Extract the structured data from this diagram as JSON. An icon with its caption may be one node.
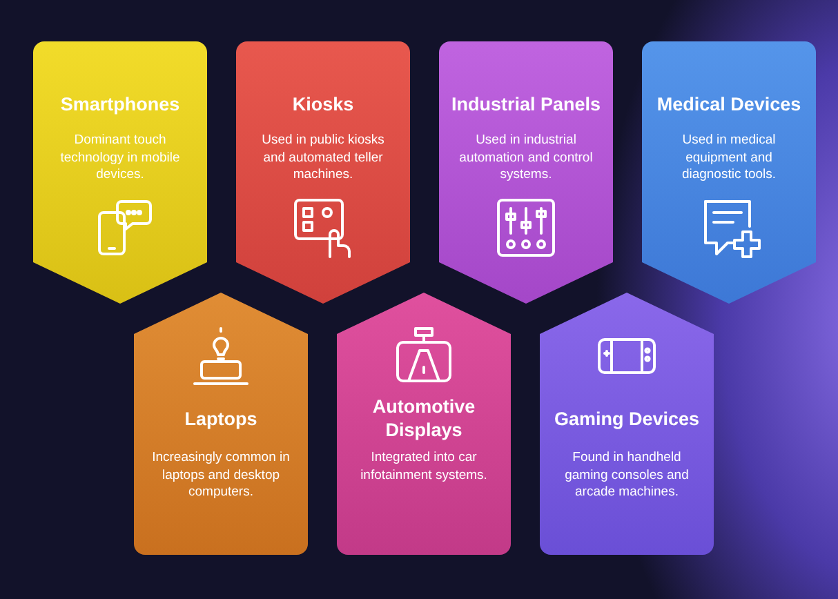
{
  "diagram": {
    "nodes": [
      {
        "text": [
          "Smartphones",
          "Dominant touch technology in mobile devices."
        ]
      },
      {
        "text": [
          "Kiosks",
          "Used in public kiosks and automated teller machines."
        ]
      },
      {
        "text": [
          "Industrial Panels",
          "Used in industrial automation and control systems."
        ]
      },
      {
        "text": [
          "Medical Devices",
          "Used in medical equipment and diagnostic tools."
        ]
      },
      {
        "text": [
          "Laptops",
          "Increasingly common in laptops and desktop computers."
        ]
      },
      {
        "text": [
          "Automotive Displays",
          "Integrated into car infotainment systems."
        ]
      },
      {
        "text": [
          "Gaming Devices",
          "Found in handheld gaming consoles and arcade machines."
        ]
      }
    ]
  }
}
